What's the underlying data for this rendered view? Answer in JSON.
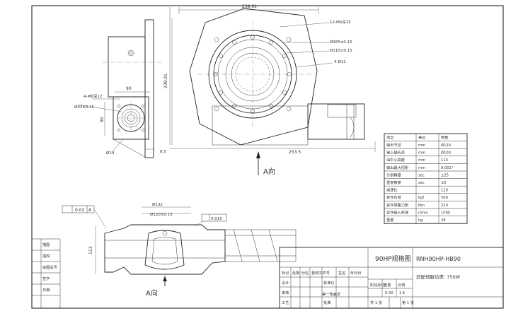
{
  "drawing": {
    "dims": {
      "d1": "239.91",
      "d2": "12-M6深15",
      "d3": "Ø265±0.15",
      "d4": "Ø110±0.15",
      "d5": "4-Ø11",
      "d6": "4-M6深12",
      "d7": "90",
      "d8": "Ø93±0.15",
      "d9": "90",
      "d10": "Ø19",
      "d11": "8.5",
      "d12": "239.91",
      "d13": "253.5",
      "d14": "Ø132",
      "d15": "Ø120±0.15",
      "d16": "0.015",
      "d17": "0.02",
      "d18": "A",
      "d19": "113"
    },
    "view_label_top": "A向",
    "view_label_bottom": "A向"
  },
  "spec_table": {
    "headers": [
      "项目",
      "单位",
      "参数"
    ],
    "rows": [
      [
        "输出节径",
        "mm",
        "Ø120"
      ],
      [
        "输入轴孔径",
        "mm",
        "Ø100"
      ],
      [
        "油中心高度",
        "mm",
        "113"
      ],
      [
        "输出最大扭矩",
        "mm",
        "0.001°"
      ],
      [
        "分割精度",
        "sec",
        "±25"
      ],
      [
        "重复精度",
        "sec",
        "±5"
      ],
      [
        "减速比",
        "",
        "120"
      ],
      [
        "容许负荷",
        "kgf",
        "500"
      ],
      [
        "容许倾覆力矩",
        "Nm",
        "220"
      ],
      [
        "容许输入转速",
        "r/min",
        "1000"
      ],
      [
        "重量",
        "kg",
        "28"
      ]
    ]
  },
  "left_strip": {
    "labels": [
      "描图",
      "描校",
      "底图总号",
      "签字",
      "日期"
    ]
  },
  "title_block": {
    "drawing_title": "90HP规格图",
    "model": "RNH90HP-HB90",
    "motor_note": "适配伺服功率: 750W",
    "small": {
      "mark": "标记",
      "count": "处数",
      "zone": "分区",
      "change_doc": "更改文件号",
      "sign": "签名",
      "date": "年月日",
      "design": "设计",
      "check": "审核",
      "process": "工艺",
      "std": "标准化",
      "approve": "批准",
      "stage_mark": "阶段标记",
      "weight": "重量",
      "scale": "比例",
      "weight_val": "0.00",
      "scale_val": "1:5",
      "sheet_total": "共 1 张",
      "sheet_no": "第 1 张",
      "view_sym": "第一角画法"
    }
  }
}
